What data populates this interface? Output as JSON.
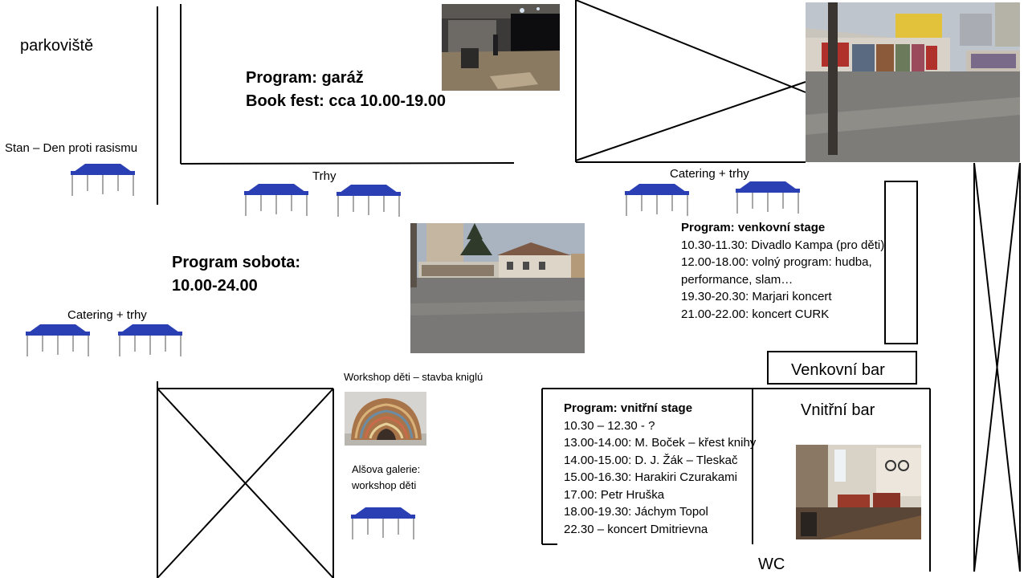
{
  "labels": {
    "parking": "parkoviště",
    "tent_racism": "Stan – Den proti rasismu",
    "trhy": "Trhy",
    "catering_right": "Catering + trhy",
    "catering_left": "Catering + trhy",
    "workshop_kids": "Workshop  děti – stavba kniglú",
    "alsova_line1": "Alšova galerie:",
    "alsova_line2": "workshop  děti",
    "outdoor_bar": "Venkovní bar",
    "indoor_bar": "Vnitřní bar",
    "wc": "WC"
  },
  "garage": {
    "line1": "Program: garáž",
    "line2": "Book fest: cca 10.00-19.00"
  },
  "saturday": {
    "line1": "Program sobota:",
    "line2": "10.00-24.00"
  },
  "outdoor_stage": {
    "title": "Program: venkovní stage",
    "items": [
      "10.30-11.30: Divadlo Kampa (pro děti)",
      "12.00-18.00: volný program: hudba,",
      "performance, slam…",
      "19.30-20.30: Marjari koncert",
      "21.00-22.00: koncert CURK"
    ]
  },
  "indoor_stage": {
    "title": "Program: vnitřní stage",
    "items": [
      "10.30 – 12.30 - ?",
      "13.00-14.00: M. Boček – křest knihy",
      "14.00-15.00: D. J. Žák – Tleskač",
      "15.00-16.30: Harakiri Czurakami",
      "17.00: Petr Hruška",
      "18.00-19.30: Jáchym Topol",
      "22.30 – koncert Dmitrievna"
    ]
  },
  "colors": {
    "tent_canopy": "#2b3fb5",
    "tent_frame": "#8a8a8a"
  }
}
